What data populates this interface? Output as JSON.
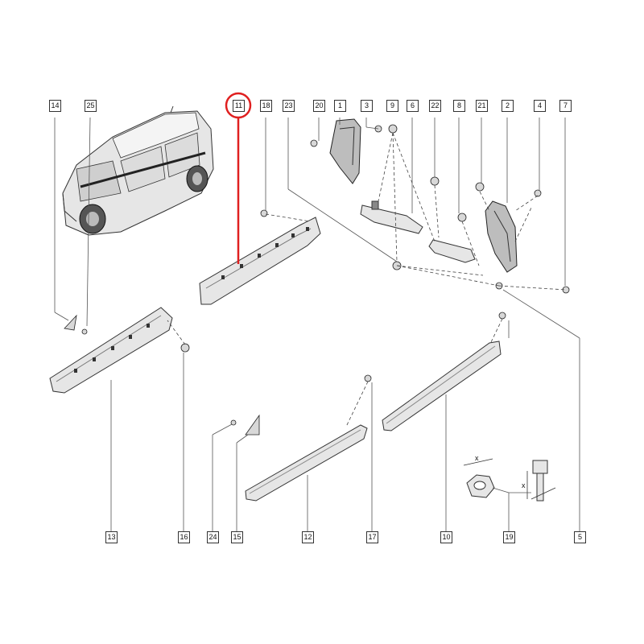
{
  "highlight": {
    "callout_index": 0,
    "color": "#e02020"
  },
  "callouts": [
    {
      "label": "11"
    },
    {
      "label": "14"
    },
    {
      "label": "25"
    },
    {
      "label": "18"
    },
    {
      "label": "23"
    },
    {
      "label": "20"
    },
    {
      "label": "1"
    },
    {
      "label": "3"
    },
    {
      "label": "9"
    },
    {
      "label": "6"
    },
    {
      "label": "22"
    },
    {
      "label": "8"
    },
    {
      "label": "21"
    },
    {
      "label": "2"
    },
    {
      "label": "4"
    },
    {
      "label": "7"
    },
    {
      "label": "13"
    },
    {
      "label": "16"
    },
    {
      "label": "24"
    },
    {
      "label": "15"
    },
    {
      "label": "12"
    },
    {
      "label": "17"
    },
    {
      "label": "10"
    },
    {
      "label": "19"
    },
    {
      "label": "5"
    }
  ],
  "dimension_marks": {
    "left": "x",
    "right": "x"
  }
}
